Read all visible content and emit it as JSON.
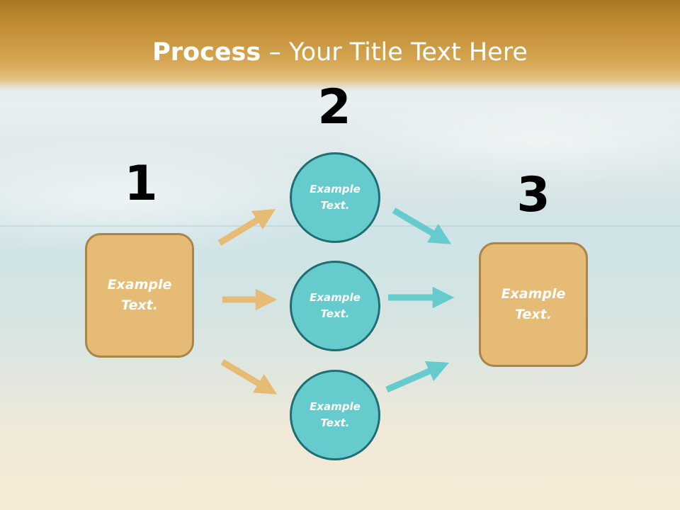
{
  "slide": {
    "title_bold": "Process",
    "title_rest": " – Your Title Text Here"
  },
  "steps": {
    "step1_number": "1",
    "step2_number": "2",
    "step3_number": "3"
  },
  "nodes": {
    "left_box": "Example Text.",
    "circle_top": "Example Text.",
    "circle_middle": "Example Text.",
    "circle_bottom": "Example Text.",
    "right_box": "Example Text."
  },
  "colors": {
    "header": "#c8963a",
    "box_fill": "#e6bb75",
    "box_border": "#a8864b",
    "circle_fill": "#66cbcd",
    "circle_border": "#1f6e72",
    "arrow_tan": "#e6bb75",
    "arrow_teal": "#66cbcd"
  }
}
